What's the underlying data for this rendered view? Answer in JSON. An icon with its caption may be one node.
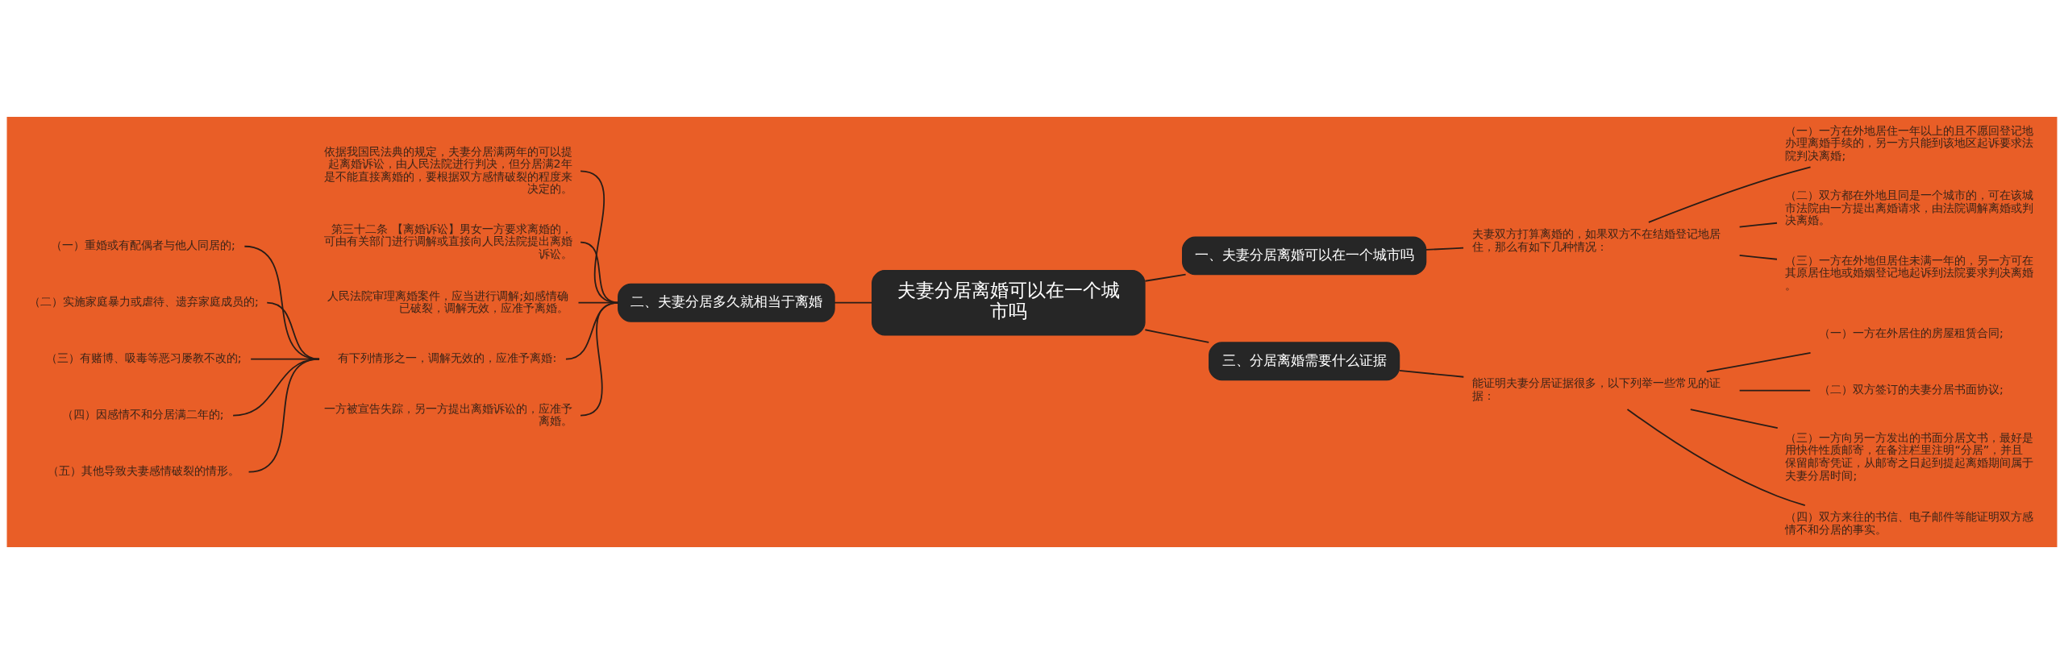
{
  "diagram": {
    "nodes": [
      {
        "text": [
          "夫妻分居离婚可以在一个城市吗"
        ]
      },
      {
        "text": [
          "一、夫妻分居离婚可以在一个城市吗"
        ]
      },
      {
        "text": [
          "夫妻双方打算离婚的，如果双方不在结婚登记地居住，那么有如下几种情况："
        ]
      },
      {
        "text": [
          "（一）一方在外地居住一年以上的且不愿回登记地办理离婚手续的，另一方只能到该地区起诉要求法院判决离婚;"
        ]
      },
      {
        "text": [
          "（二）双方都在外地且同是一个城市的，可在该城市法院由一方提出离婚请求，由法院调解离婚或判决离婚。"
        ]
      },
      {
        "text": [
          "（三）一方在外地但居住未满一年的，另一方可在其原居住地或婚姻登记地起诉到法院要求判决离婚。"
        ]
      },
      {
        "text": [
          "二、夫妻分居多久就相当于离婚"
        ]
      },
      {
        "text": [
          "依据我国民法典的规定，夫妻分居满两年的可以提起离婚诉讼，由人民法院进行判决，但分居满2年是不能直接离婚的，要根据双方感情破裂的程度来决定的。"
        ]
      },
      {
        "text": [
          "第三十二条 【离婚诉讼】男女一方要求离婚的，可由有关部门进行调解或直接向人民法院提出离婚诉讼。"
        ]
      },
      {
        "text": [
          "人民法院审理离婚案件，应当进行调解;如感情确已破裂，调解无效，应准予离婚。"
        ]
      },
      {
        "text": [
          "有下列情形之一，调解无效的，应准予离婚:"
        ]
      },
      {
        "text": [
          "一方被宣告失踪，另一方提出离婚诉讼的，应准予离婚。"
        ]
      },
      {
        "text": [
          "（一）重婚或有配偶者与他人同居的;"
        ]
      },
      {
        "text": [
          "（二）实施家庭暴力或虐待、遗弃家庭成员的;"
        ]
      },
      {
        "text": [
          "（三）有赌博、吸毒等恶习屡教不改的;"
        ]
      },
      {
        "text": [
          "（四）因感情不和分居满二年的;"
        ]
      },
      {
        "text": [
          "（五）其他导致夫妻感情破裂的情形。"
        ]
      },
      {
        "text": [
          "三、分居离婚需要什么证据"
        ]
      },
      {
        "text": [
          "能证明夫妻分居证据很多，以下列举一些常见的证据："
        ]
      },
      {
        "text": [
          "（一）一方在外居住的房屋租赁合同;"
        ]
      },
      {
        "text": [
          "（二）双方签订的夫妻分居书面协议;"
        ]
      },
      {
        "text": [
          "（三）一方向另一方发出的书面分居文书，最好是用快件性质邮寄，在备注栏里注明“分居”，并且保留邮寄凭证，从邮寄之日起到提起离婚期间属于夫妻分居时间;"
        ]
      },
      {
        "text": [
          "（四）双方来往的书信、电子邮件等能证明双方感情不和分居的事实。"
        ]
      }
    ],
    "edges": [
      {
        "from": 0,
        "to": 1,
        "arrow": "none"
      },
      {
        "from": 1,
        "to": 2,
        "arrow": "none"
      },
      {
        "from": 2,
        "to": 3,
        "arrow": "none"
      },
      {
        "from": 2,
        "to": 4,
        "arrow": "none"
      },
      {
        "from": 2,
        "to": 5,
        "arrow": "none"
      },
      {
        "from": 0,
        "to": 6,
        "arrow": "none"
      },
      {
        "from": 6,
        "to": 7,
        "arrow": "none"
      },
      {
        "from": 6,
        "to": 8,
        "arrow": "none"
      },
      {
        "from": 6,
        "to": 9,
        "arrow": "none"
      },
      {
        "from": 6,
        "to": 10,
        "arrow": "none"
      },
      {
        "from": 6,
        "to": 11,
        "arrow": "none"
      },
      {
        "from": 10,
        "to": 12,
        "arrow": "none"
      },
      {
        "from": 10,
        "to": 13,
        "arrow": "none"
      },
      {
        "from": 10,
        "to": 14,
        "arrow": "none"
      },
      {
        "from": 10,
        "to": 15,
        "arrow": "none"
      },
      {
        "from": 10,
        "to": 16,
        "arrow": "none"
      },
      {
        "from": 0,
        "to": 17,
        "arrow": "none"
      },
      {
        "from": 17,
        "to": 18,
        "arrow": "none"
      },
      {
        "from": 18,
        "to": 19,
        "arrow": "none"
      },
      {
        "from": 18,
        "to": 20,
        "arrow": "none"
      },
      {
        "from": 18,
        "to": 21,
        "arrow": "none"
      },
      {
        "from": 18,
        "to": 22,
        "arrow": "none"
      }
    ]
  }
}
